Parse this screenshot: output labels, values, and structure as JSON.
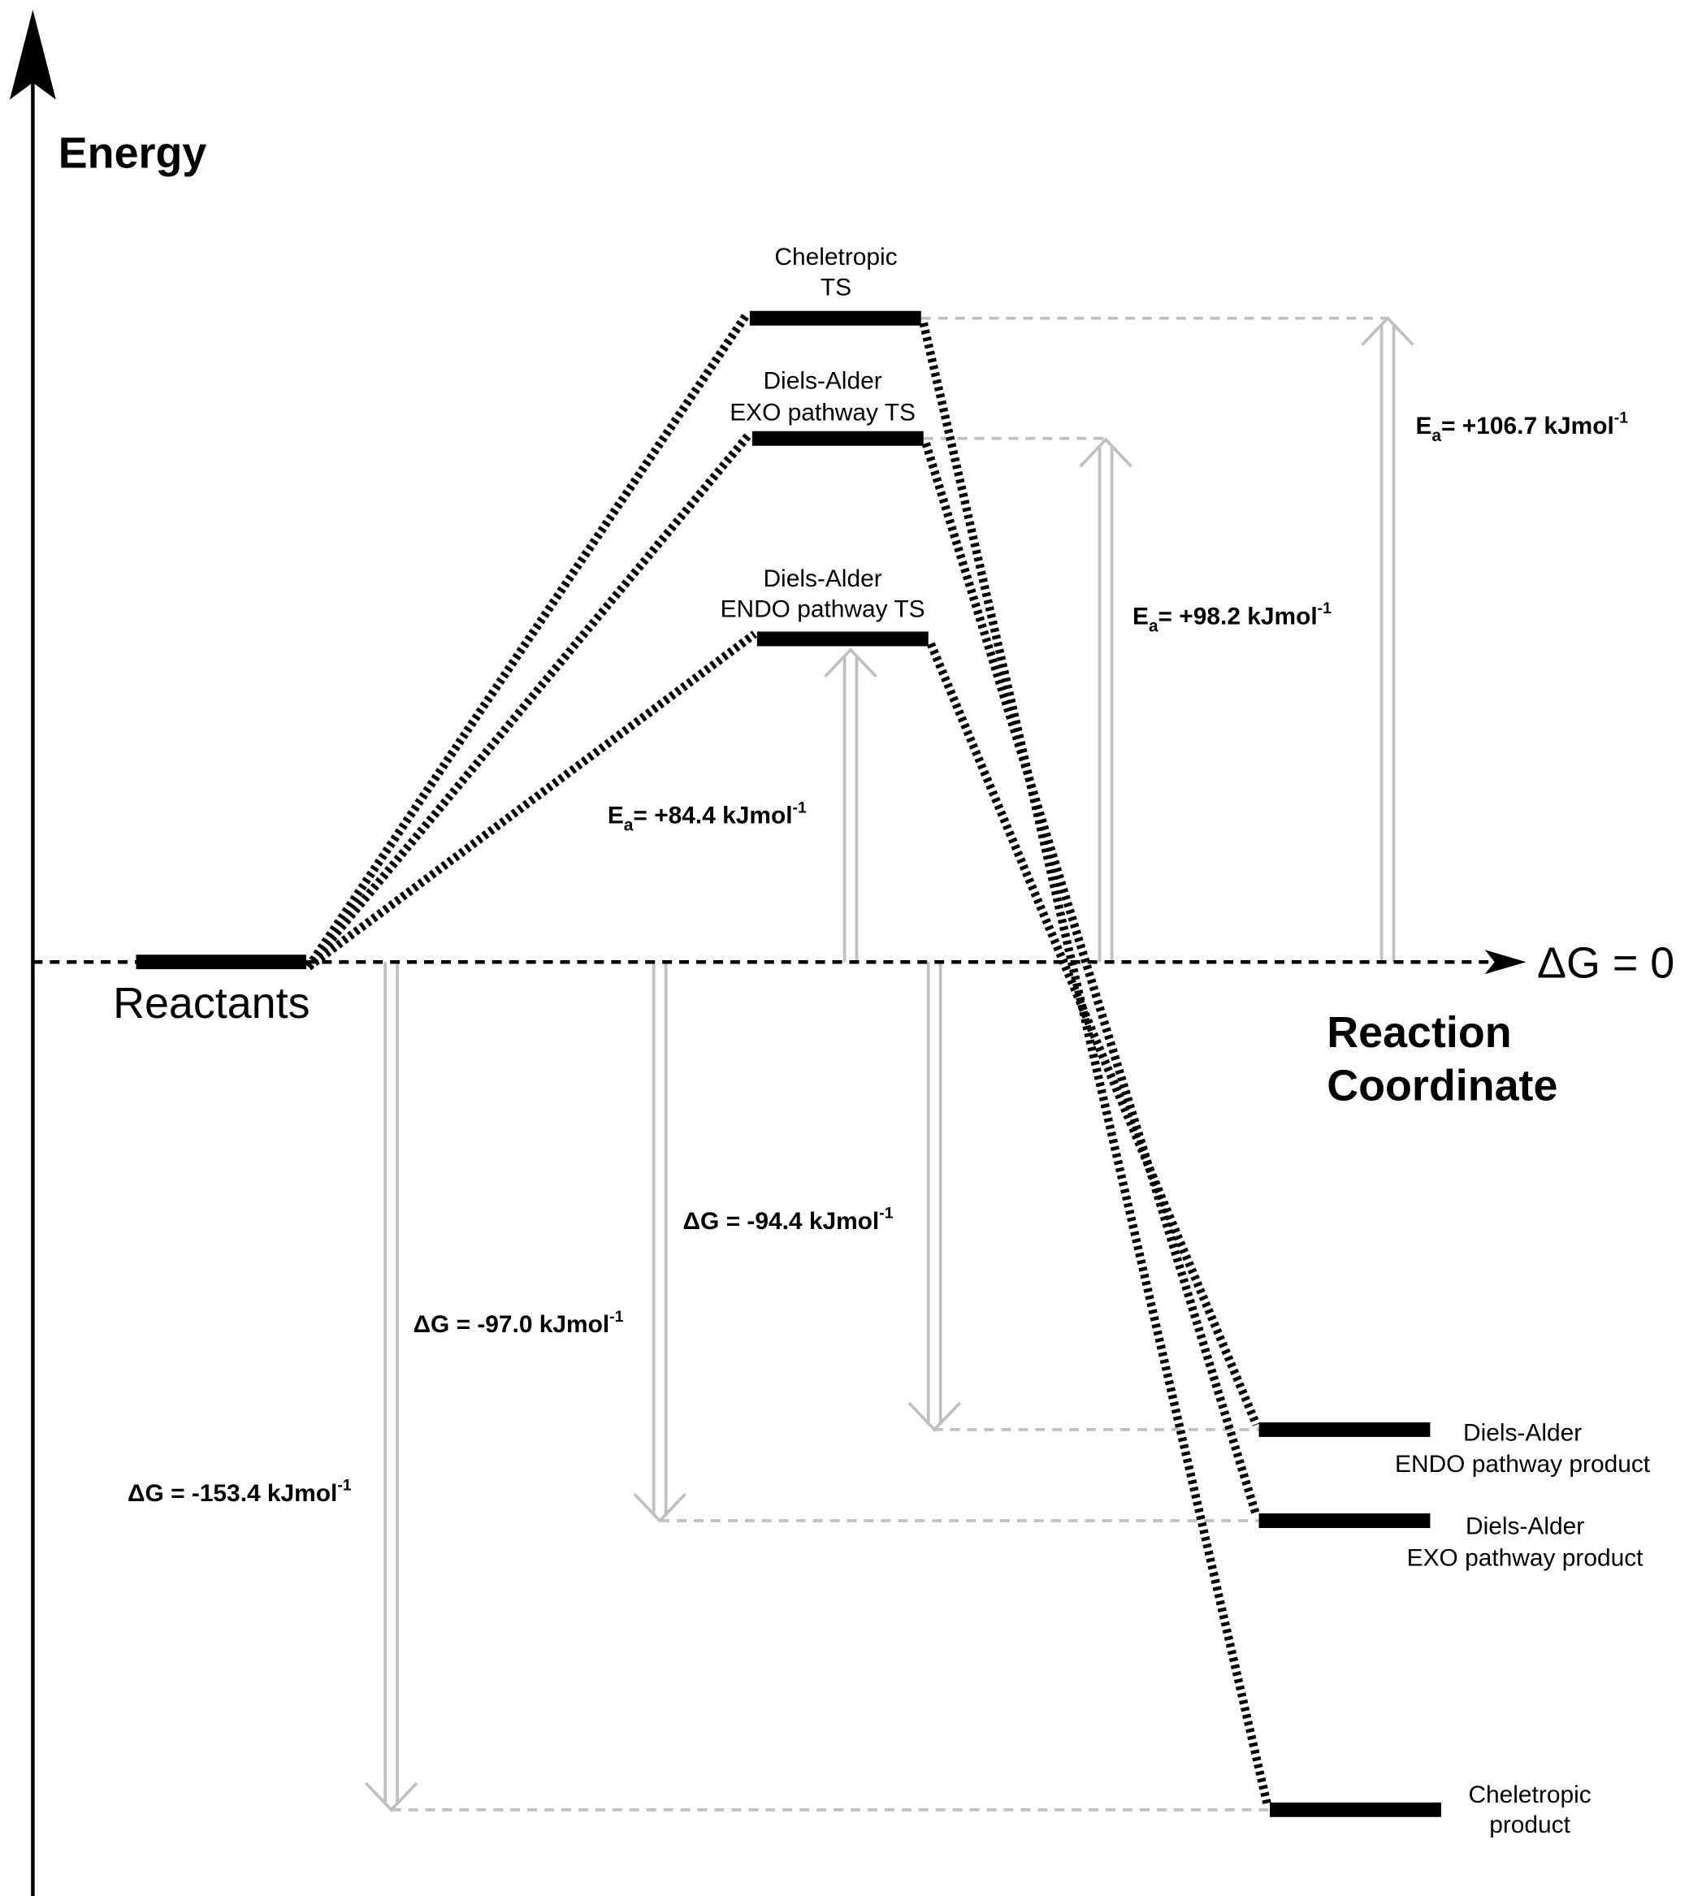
{
  "axes": {
    "y_label": "Energy",
    "x_label_line1": "Reaction",
    "x_label_line2": "Coordinate",
    "baseline_label": "ΔG = 0"
  },
  "levels": {
    "reactants": {
      "label": "Reactants"
    },
    "cheletropic_ts": {
      "line1": "Cheletropic",
      "line2": "TS"
    },
    "exo_ts": {
      "line1": "Diels-Alder",
      "line2": "EXO pathway TS"
    },
    "endo_ts": {
      "line1": "Diels-Alder",
      "line2": "ENDO pathway TS"
    },
    "endo_product": {
      "line1": "Diels-Alder",
      "line2": "ENDO pathway product"
    },
    "exo_product": {
      "line1": "Diels-Alder",
      "line2": "EXO pathway product"
    },
    "cheletropic_product": {
      "line1": "Cheletropic",
      "line2": "product"
    }
  },
  "annotations": {
    "ea_cheletropic": {
      "symbol": "E",
      "sub": "a",
      "text": "= +106.7 kJmol",
      "sup": "-1"
    },
    "ea_exo": {
      "symbol": "E",
      "sub": "a",
      "text": "= +98.2 kJmol",
      "sup": "-1"
    },
    "ea_endo": {
      "symbol": "E",
      "sub": "a",
      "text": "= +84.4 kJmol",
      "sup": "-1"
    },
    "dg_endo": {
      "text": "ΔG = -94.4 kJmol",
      "sup": "-1"
    },
    "dg_exo": {
      "text": "ΔG = -97.0 kJmol",
      "sup": "-1"
    },
    "dg_cheletropic": {
      "text": "ΔG = -153.4 kJmol",
      "sup": "-1"
    }
  },
  "chart_data": {
    "type": "energy-profile",
    "units": "kJmol-1",
    "pathways": [
      {
        "name": "Cheletropic",
        "activation_energy": 106.7,
        "delta_g": -153.4
      },
      {
        "name": "Diels-Alder EXO",
        "activation_energy": 98.2,
        "delta_g": -97.0
      },
      {
        "name": "Diels-Alder ENDO",
        "activation_energy": 84.4,
        "delta_g": -94.4
      }
    ]
  },
  "colors": {
    "levels": "#000000",
    "arrows": "#c0c0c0",
    "guides": "#c0c0c0"
  }
}
